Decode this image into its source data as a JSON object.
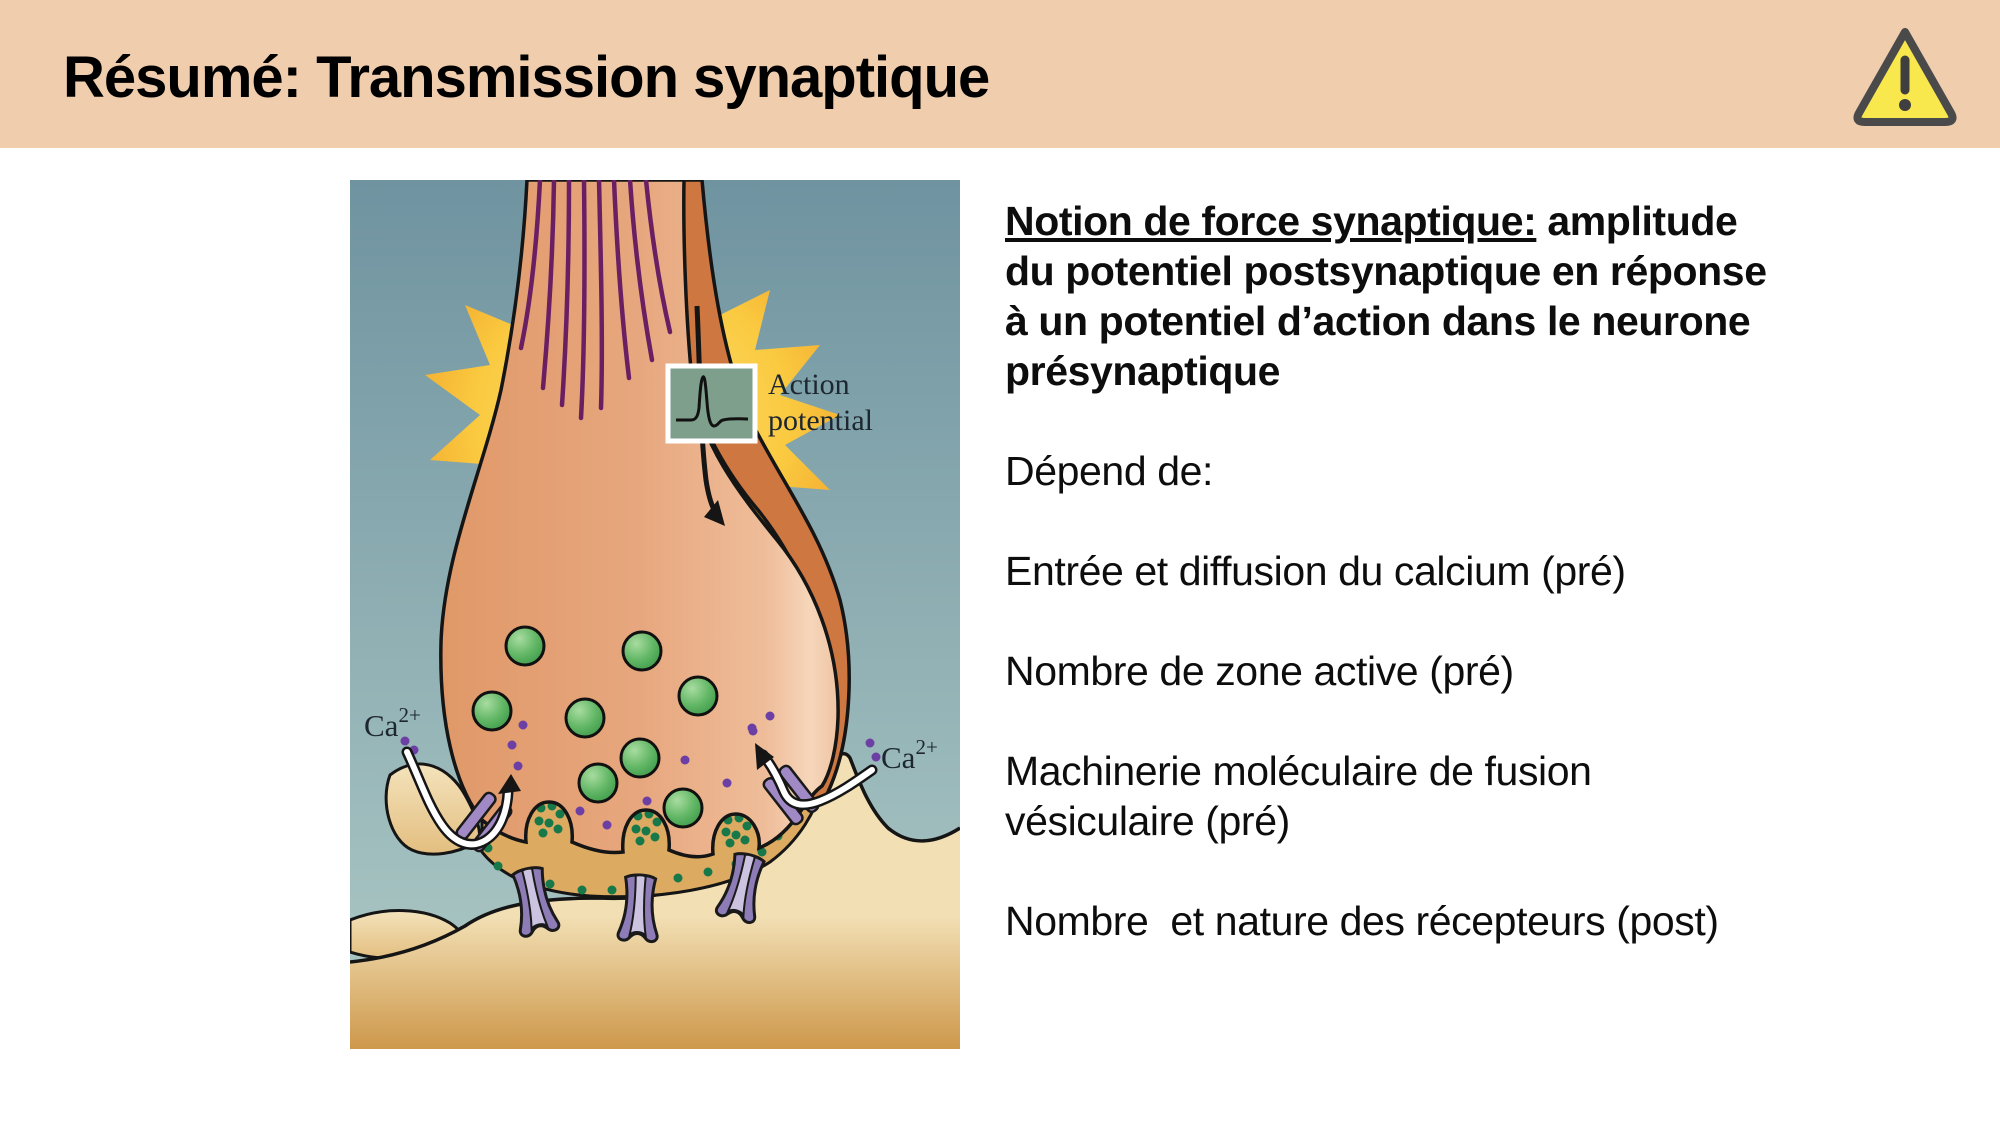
{
  "header": {
    "title": "Résumé: Transmission synaptique",
    "background_color": "#F0CDAD",
    "warning_icon": "warning-triangle-icon"
  },
  "notes": {
    "term": "Notion de force synaptique:",
    "definition": " amplitude du potentiel postsynaptique en réponse à un potentiel d’action dans le neurone présynaptique",
    "depends_label": "Dépend de:",
    "factors": [
      "Entrée et diffusion du calcium (pré)",
      "Nombre de zone active (pré)",
      "Machinerie moléculaire de fusion vésiculaire (pré)",
      "Nombre  et nature des récepteurs (post)"
    ]
  },
  "figure": {
    "description": "Synapse illustration: presynaptic terminal with vesicles, calcium entry, neurotransmitter release onto postsynaptic receptors",
    "action_potential_line1": "Action",
    "action_potential_line2": "potential",
    "calcium_base": "Ca",
    "calcium_sup": "2+",
    "colors": {
      "background_top": "#6F93A0",
      "background_bottom": "#AECAC6",
      "terminal_salmon": "#E7A77E",
      "terminal_outer_band": "#CE7740",
      "microtubule_purple": "#6A1F63",
      "vesicle_green": "#4FA855",
      "calcium_ion_purple": "#6C3FA4",
      "neurotransmitter_green": "#17784A",
      "receptor_purple": "#8D7CB6",
      "postsynaptic_tan": "#D9A75C",
      "burst_yellow": "#FAC93F",
      "inset_green": "#7E9F8C",
      "warning_yellow": "#F8E84E"
    }
  }
}
